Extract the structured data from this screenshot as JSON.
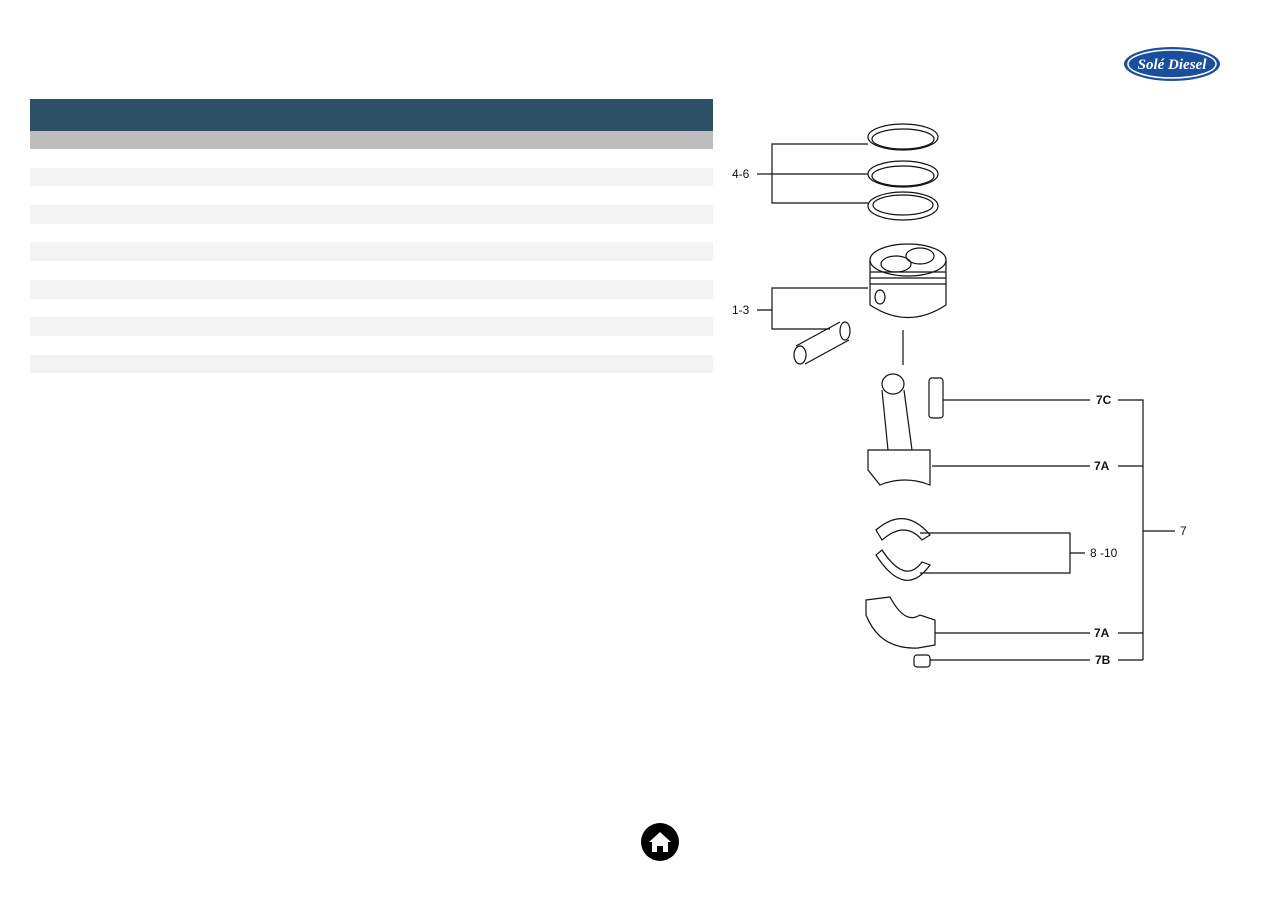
{
  "brand": {
    "logo_text": "Solé Diesel",
    "logo_color": "#1a4fa0"
  },
  "table": {
    "header_color": "#2c4f66",
    "subheader_color": "#bdbdbd",
    "row_alt_color": "#f3f3f3",
    "rows": [
      "",
      "",
      "",
      "",
      "",
      "",
      "",
      "",
      "",
      "",
      "",
      ""
    ]
  },
  "diagram": {
    "labels": {
      "rings": "4-6",
      "piston": "1-3",
      "bolt": "7C",
      "rod_upper": "7A",
      "bearings": "8 -10",
      "assembly": "7",
      "cap": "7A",
      "nut": "7B"
    }
  },
  "nav": {
    "home_icon": "home-icon"
  }
}
